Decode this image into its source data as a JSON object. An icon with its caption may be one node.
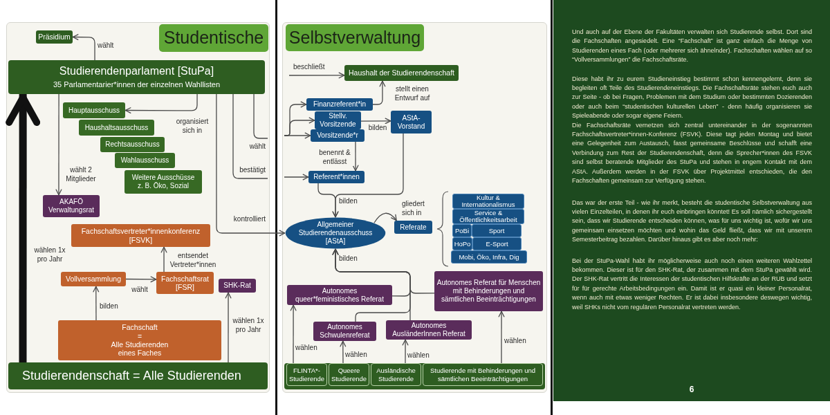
{
  "diagram": {
    "nodes": [
      {
        "text": [
          "Studentische"
        ]
      },
      {
        "text": [
          "Präsidium"
        ]
      },
      {
        "text": [
          "Studierendenparlament [StuPa]",
          "35 Parlamentarier*innen der einzelnen Wahllisten"
        ]
      },
      {
        "text": [
          "Hauptausschuss"
        ]
      },
      {
        "text": [
          "Haushaltsausschuss"
        ]
      },
      {
        "text": [
          "Rechtsausschuss"
        ]
      },
      {
        "text": [
          "Wahlausschuss"
        ]
      },
      {
        "text": [
          "Weitere Ausschüsse z. B. Öko, Sozial"
        ]
      },
      {
        "text": [
          "AKAFÖ Verwaltungsrat"
        ]
      },
      {
        "text": [
          "Fachschaftsvertreter*innenkonferenz [FSVK]"
        ]
      },
      {
        "text": [
          "Vollversammlung"
        ]
      },
      {
        "text": [
          "Fachschaftsrat [FSR]"
        ]
      },
      {
        "text": [
          "SHK-Rat"
        ]
      },
      {
        "text": [
          "Fachschaft",
          "=",
          "Alle Studierenden eines Faches"
        ]
      },
      {
        "text": [
          "Studierendenschaft = Alle Studierenden"
        ]
      },
      {
        "text": [
          "Selbstverwaltung"
        ]
      },
      {
        "text": [
          "Haushalt der Studierendenschaft"
        ]
      },
      {
        "text": [
          "Finanzreferent*in"
        ]
      },
      {
        "text": [
          "Stellv. Vorsitzende"
        ]
      },
      {
        "text": [
          "AStA-Vorstand"
        ]
      },
      {
        "text": [
          "Vorsitzende*r"
        ]
      },
      {
        "text": [
          "Referent*innen"
        ]
      },
      {
        "text": [
          "Allgemeiner Studierendenausschuss [AStA]"
        ]
      },
      {
        "text": [
          "Referate"
        ]
      },
      {
        "text": [
          "Kultur & Internationalismus"
        ]
      },
      {
        "text": [
          "Service & Öffentlichkeitsarbeit"
        ]
      },
      {
        "text": [
          "PoBi"
        ]
      },
      {
        "text": [
          "Sport"
        ]
      },
      {
        "text": [
          "HoPo"
        ]
      },
      {
        "text": [
          "E-Sport"
        ]
      },
      {
        "text": [
          "Mobi, Öko, Infra, Dig"
        ]
      },
      {
        "text": [
          "Autonomes Referat für Menschen mit Behinderungen und sämtlichen Beeinträchtigungen"
        ]
      },
      {
        "text": [
          "Autonomes queer*feministisches Referat"
        ]
      },
      {
        "text": [
          "Autonomes Schwulenreferat"
        ]
      },
      {
        "text": [
          "Autonomes AusländerInnen Referat"
        ]
      },
      {
        "text": [],
        "shape": "bar"
      },
      {
        "text": [
          "FLINTA*-Studierende"
        ],
        "in": 35
      },
      {
        "text": [
          "Queere Studierende"
        ],
        "in": 35
      },
      {
        "text": [
          "Ausländische Studierende"
        ],
        "in": 35
      },
      {
        "text": [
          "Studierende mit Behinderungen und sämtlichen Beeinträchtigungen"
        ],
        "in": 35
      }
    ],
    "edges": [
      {
        "from": 2,
        "to": 1,
        "arrow": "to",
        "label": "wählt"
      },
      {
        "from": 2,
        "to": 3,
        "arrow": "to",
        "label": "organisiert sich in"
      },
      {
        "from": 2,
        "to": 8,
        "arrow": "to",
        "label": "wählt 2 Mitglieder"
      },
      {
        "from": 2,
        "to": null,
        "arrow": "none",
        "label": "wählt"
      },
      {
        "from": 2,
        "to": null,
        "arrow": "none",
        "label": "bestätigt"
      },
      {
        "from": 2,
        "to": 22,
        "arrow": "to",
        "label": "kontrolliert"
      },
      {
        "from": 14,
        "to": 2,
        "arrow": "to",
        "label": "wählen 1x pro Jahr",
        "style": "thick",
        "color": "#111111"
      },
      {
        "from": 11,
        "to": 9,
        "arrow": "to",
        "label": "entsendet Vertreter*innen"
      },
      {
        "from": 10,
        "to": 11,
        "arrow": "to",
        "label": "wählt"
      },
      {
        "from": 13,
        "to": 10,
        "arrow": "to",
        "label": "bilden"
      },
      {
        "from": 14,
        "to": 12,
        "arrow": "to",
        "label": "wählen 1x pro Jahr"
      },
      {
        "from": null,
        "to": 16,
        "arrow": "to",
        "label": "beschließt"
      },
      {
        "from": 17,
        "to": 16,
        "arrow": "to",
        "label": "stellt einen Entwurf auf"
      },
      {
        "from": null,
        "to": 17,
        "arrow": "to"
      },
      {
        "from": null,
        "to": 18,
        "arrow": "to"
      },
      {
        "from": null,
        "to": 20,
        "arrow": "to"
      },
      {
        "from": 18,
        "to": 19,
        "arrow": "to",
        "label": "bilden"
      },
      {
        "from": 20,
        "to": 21,
        "arrow": "to",
        "label": "benennt & entlässt"
      },
      {
        "from": null,
        "to": 21,
        "arrow": "to"
      },
      {
        "from": 21,
        "to": 22,
        "arrow": "to",
        "label": "bilden"
      },
      {
        "from": 19,
        "to": 22,
        "arrow": "to"
      },
      {
        "from": 22,
        "to": 23,
        "arrow": "to",
        "label": "gliedert sich in"
      },
      {
        "from": 32,
        "to": 22,
        "arrow": "to",
        "label": "bilden"
      },
      {
        "from": 31,
        "to": 22,
        "arrow": "to"
      },
      {
        "from": 33,
        "to": 22,
        "arrow": "to"
      },
      {
        "from": 34,
        "to": 22,
        "arrow": "to"
      },
      {
        "from": 36,
        "to": 32,
        "arrow": "to",
        "label": "wählen"
      },
      {
        "from": 37,
        "to": 33,
        "arrow": "to",
        "label": "wählen"
      },
      {
        "from": 38,
        "to": 34,
        "arrow": "to",
        "label": "wählen"
      },
      {
        "from": 39,
        "to": 31,
        "arrow": "to",
        "label": "wählen"
      }
    ],
    "labels": [
      "Und auch auf der Ebene der Fakultäten verwalten sich Studierende selbst. Dort sind die Fachschaften angesiedelt. Eine “Fachschaft” ist ganz einfach die Menge von Studierenden eines Fach (oder mehrerer sich ähnelnder). Fachschaften wählen auf so “Vollversammlungen” die Fachschaftsräte.",
      "Diese habt ihr zu eurem Studieneinstieg bestimmt schon kennengelernt, denn sie begleiten oft Teile des Studierendeneinstiegs. Die Fachschaftsräte stehen euch auch zur Seite - ob bei Fragen, Problemen mit dem Studium oder bestimmten Dozierenden oder auch beim “studentischen kulturellen Leben” - denn häufig organisieren sie Spieleabende oder sogar eigene Feiern.",
      "Die Fachschaftsräte vernetzen sich zentral untereinander in der sogenannten Fachschaftsvertreter*innen-Konferenz (FSVK). Diese tagt jeden Montag und bietet eine Gelegenheit zum Austausch, fasst gemeinsame Beschlüsse und schafft eine Verbindung zum Rest der Studierendenschaft, denn die Sprecher*innen des FSVK sind selbst beratende Mitglieder des StuPa und stehen in engem Kontakt mit dem AStA. Außerdem werden in der FSVK über Projektmittel entschieden, die den Fachschaften gemeinsam zur Verfügung stehen.",
      "Das war der erste Teil - wie ihr merkt, besteht die studentische Selbstverwaltung aus vielen Einzelteilen, in denen ihr euch einbringen könntet! Es soll nämlich sichergestellt sein, dass wir Studierende entscheiden können, was für uns wichtig ist, wofür wir uns gemeinsam einsetzen möchten und wohin das Geld fließt, dass wir mit unserem Semesterbeitrag bezahlen. Darüber hinaus gibt es aber noch mehr:",
      "Bei der StuPa-Wahl habt ihr möglicherweise auch noch einen weiteren Wahlzettel bekommen. Dieser ist für den SHK-Rat, der zusammen mit dem StuPa gewählt wird. Der SHK-Rat vertritt die Interessen der studentischen Hilfskräfte an der RUB und setzt für für gerechte Arbeitsbedingungen ein. Damit ist er quasi ein kleiner Personalrat, wenn auch mit etwas weniger Rechten. Er ist dabei insbesondere deswegen wichtig, weil SHKs nicht vom regulären Personalrat vertreten werden.",
      "6"
    ]
  }
}
